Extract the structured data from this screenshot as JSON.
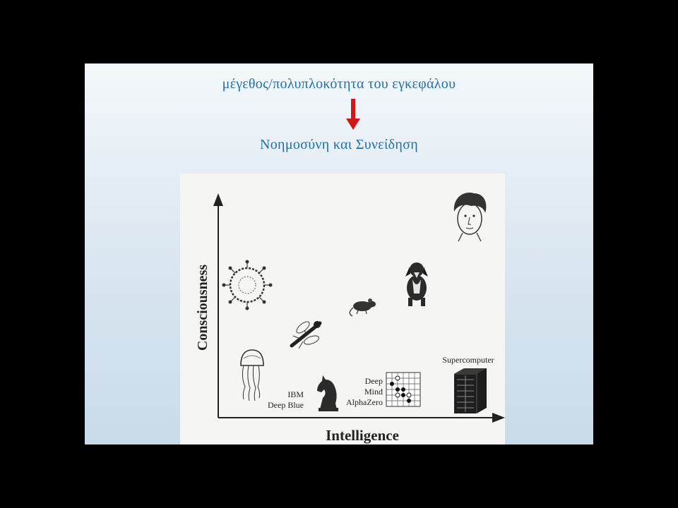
{
  "slide": {
    "top_text": "μέγεθος/πολυπλοκότητα του εγκεφάλου",
    "bottom_text": "Νοημοσύνη και Συνείδηση",
    "arrow_color": "#d01818",
    "text_color": "#1f6fa8"
  },
  "figure": {
    "y_axis_label": "Consciousness",
    "x_axis_label": "Intelligence",
    "items": [
      {
        "name": "human-face-icon"
      },
      {
        "name": "dog-icon"
      },
      {
        "name": "mouse-icon"
      },
      {
        "name": "fly-icon"
      },
      {
        "name": "neuron-ring-icon"
      },
      {
        "name": "jellyfish-icon"
      },
      {
        "name": "chess-knight-icon",
        "label_lines": [
          "IBM",
          "Deep Blue"
        ]
      },
      {
        "name": "go-board-icon",
        "label_lines": [
          "Deep",
          "Mind",
          "AlphaZero"
        ]
      },
      {
        "name": "server-rack-icon",
        "label_lines": [
          "Supercomputer"
        ]
      }
    ]
  }
}
